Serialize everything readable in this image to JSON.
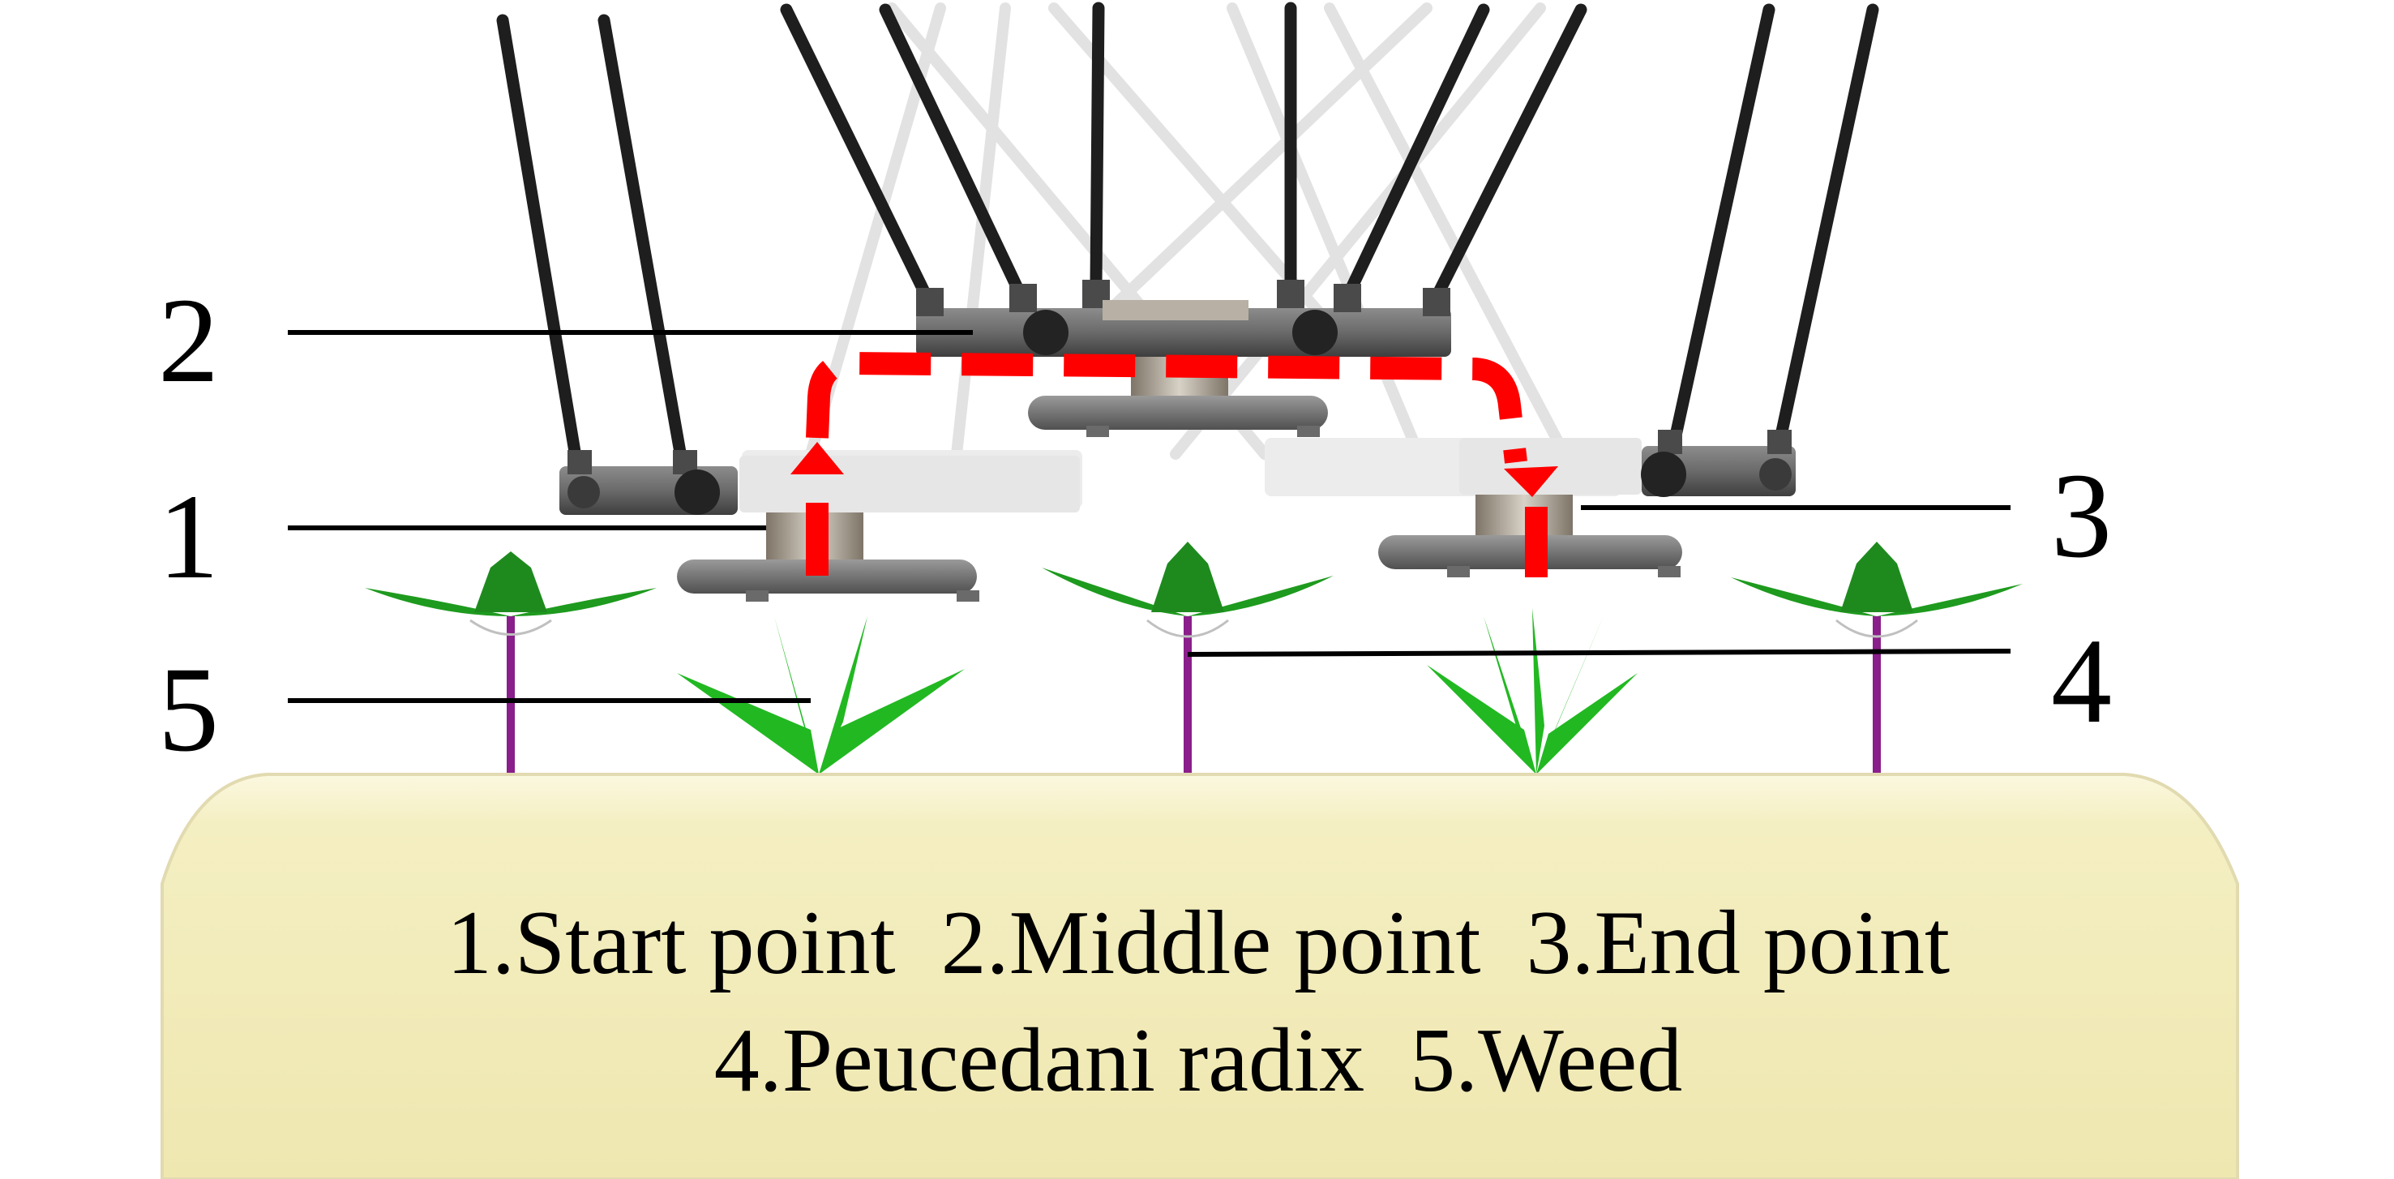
{
  "callouts": {
    "start_point_num": "1",
    "middle_point_num": "2",
    "end_point_num": "3",
    "peucedani_num": "4",
    "weed_num": "5"
  },
  "caption": {
    "line1": "1.Start point  2.Middle point  3.End point",
    "line2": "4.Peucedani radix  5.Weed"
  },
  "colors": {
    "trajectory": "#ff0000",
    "soil_bed": "#f4efc2",
    "rod": "#1e1e1e",
    "plant_leaf": "#1e9a1e",
    "plant_stem": "#8a1e8a"
  },
  "icons": {
    "trajectory_arrow": "arrow-icon"
  }
}
